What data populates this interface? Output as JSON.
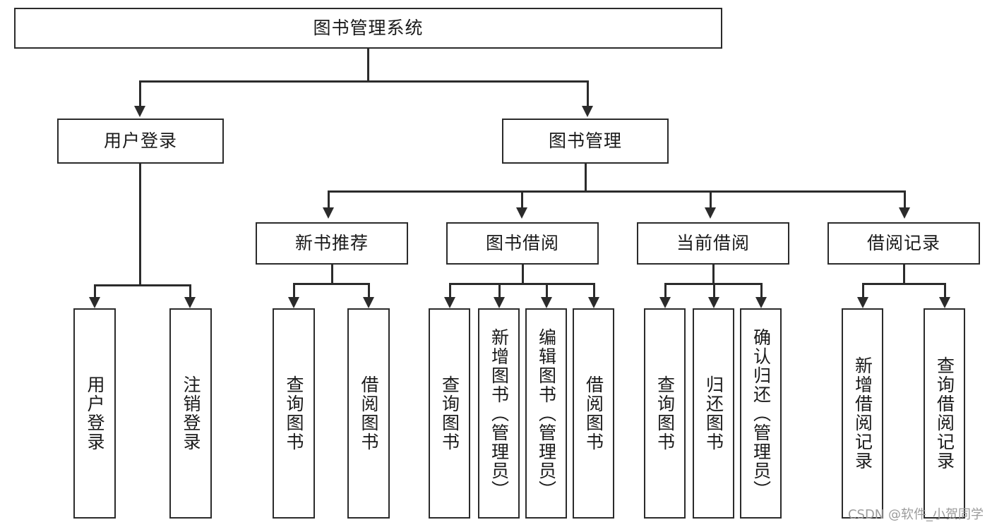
{
  "diagram": {
    "type": "tree-hierarchy",
    "title": "图书管理系统",
    "watermark": "CSDN @软件_小贺同学",
    "colors": {
      "stroke": "#2b2b2b",
      "fill": "#ffffff",
      "text": "#1a1a1a",
      "watermark": "#9b9b9b"
    },
    "root": {
      "label": "图书管理系统"
    },
    "level2": [
      {
        "label": "用户登录"
      },
      {
        "label": "图书管理"
      }
    ],
    "level3": [
      {
        "label": "新书推荐"
      },
      {
        "label": "图书借阅"
      },
      {
        "label": "当前借阅"
      },
      {
        "label": "借阅记录"
      }
    ],
    "leaves": {
      "user_login": [
        {
          "label": "用户登录"
        },
        {
          "label": "注销登录"
        }
      ],
      "new_book_recommend": [
        {
          "label": "查询图书"
        },
        {
          "label": "借阅图书"
        }
      ],
      "book_borrow": [
        {
          "label": "查询图书"
        },
        {
          "label": "新增图书（管理员）"
        },
        {
          "label": "编辑图书（管理员）"
        },
        {
          "label": "借阅图书"
        }
      ],
      "current_borrow": [
        {
          "label": "查询图书"
        },
        {
          "label": "归还图书"
        },
        {
          "label": "确认归还（管理员）"
        }
      ],
      "borrow_record": [
        {
          "label": "新增借阅记录"
        },
        {
          "label": "查询借阅记录"
        }
      ]
    }
  }
}
